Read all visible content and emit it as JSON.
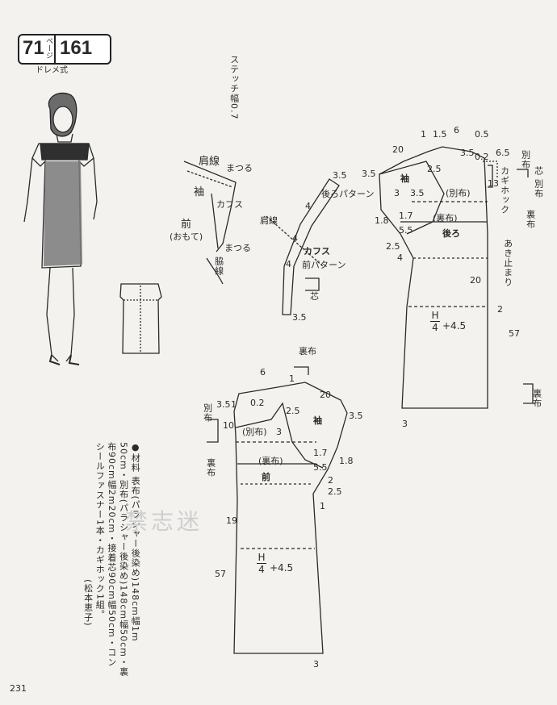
{
  "header": {
    "page_label": "71",
    "page_kana": "ページ",
    "pattern_number": "161",
    "method": "ドレメ式"
  },
  "stitch_note": "ステッチ幅0.7",
  "detail": {
    "shoulder_line": "肩線",
    "matsuru_top": "まつる",
    "sleeve": "袖",
    "cuffs": "カフス",
    "front": "前",
    "front_side": "(おもて)",
    "matsuru_bottom": "まつる",
    "side_seam": "脇線"
  },
  "cuffs_pattern": {
    "shoulder_line": "肩線",
    "back_pattern": "後ろパターン",
    "cuffs": "カフス",
    "front_pattern": "前パターン",
    "interfacing": "芯",
    "n35_top": "3.5",
    "n35_bottom": "3.5",
    "n4a": "4",
    "n4b": "4",
    "n4c": "4"
  },
  "back": {
    "n1": "1",
    "n15": "1.5",
    "n6": "6",
    "n05": "0.5",
    "n20": "20",
    "n35a": "3.5",
    "n02": "0.2",
    "n65": "6.5",
    "n35b": "3.5",
    "n25": "2.5",
    "n13": "13",
    "n3": "3",
    "n35c": "3.5",
    "n18": "1.8",
    "n17": "1.7",
    "n55": "5.5",
    "n25b": "2.5",
    "n4": "4",
    "n20b": "20",
    "n2": "2",
    "n57": "57",
    "n3bottom": "3",
    "sleeve": "袖",
    "separate": "(別布)",
    "lining": "(裏布)",
    "back_label": "後ろ",
    "hook_note": "カギホック",
    "separate_v": "別布",
    "interfacing_v": "芯",
    "separate_v2": "別布",
    "lining_v": "裏布",
    "opening_end": "あき止まり",
    "hip_formula_num": "H",
    "hip_formula_den": "4",
    "hip_formula_add": "+4.5",
    "lining_bottom": "裏布"
  },
  "front": {
    "lining_top": "裏布",
    "n6": "6",
    "n1": "1",
    "n35a": "3.5",
    "n1b": "1",
    "n02": "0.2",
    "n20": "20",
    "n10": "10",
    "n25": "2.5",
    "n35b": "3.5",
    "n3": "3",
    "n17": "1.7",
    "n55": "5.5",
    "n18": "1.8",
    "n2": "2",
    "n25b": "2.5",
    "n1c": "1",
    "n19": "19",
    "n57": "57",
    "n3bottom": "3",
    "separate_v": "別布",
    "lining_v": "裏布",
    "sleeve": "袖",
    "separate": "(別布)",
    "lining": "(裏布)",
    "front_label": "前",
    "hip_formula_num": "H",
    "hip_formula_den": "4",
    "hip_formula_add": "+4.5"
  },
  "materials": {
    "line1": "●材料 表布(パラシャー後染め)148cm幅1m",
    "line2": "50cm・別布(パラシャー後染め)148cm幅50cm・裏",
    "line3": "布90cm幅2m20cm・接着芯90cm幅50cm・コン",
    "line4": "シールファスナー1本・カギホック1組。",
    "credit": "(松本恵子)"
  },
  "watermark": "禁志迷",
  "page_number": "231"
}
